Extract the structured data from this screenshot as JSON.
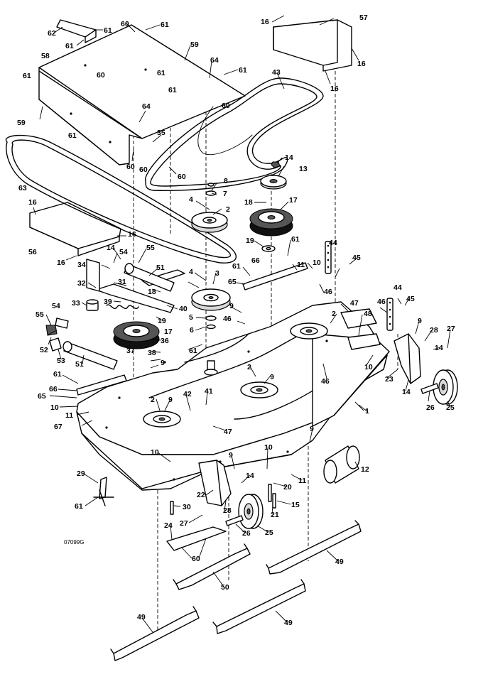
{
  "figure": {
    "drawing_code": "07099G"
  },
  "callouts": [
    "1",
    "2",
    "3",
    "4",
    "5",
    "6",
    "7",
    "8",
    "9",
    "10",
    "11",
    "12",
    "13",
    "14",
    "15",
    "16",
    "17",
    "18",
    "19",
    "20",
    "21",
    "22",
    "23",
    "24",
    "25",
    "26",
    "27",
    "28",
    "29",
    "30",
    "31",
    "32",
    "33",
    "34",
    "35",
    "36",
    "37",
    "38",
    "39",
    "40",
    "41",
    "42",
    "43",
    "44",
    "45",
    "46",
    "47",
    "48",
    "49",
    "50",
    "51",
    "52",
    "53",
    "54",
    "55",
    "56",
    "57",
    "58",
    "59",
    "60",
    "61",
    "62",
    "63",
    "64",
    "65",
    "66",
    "67"
  ]
}
